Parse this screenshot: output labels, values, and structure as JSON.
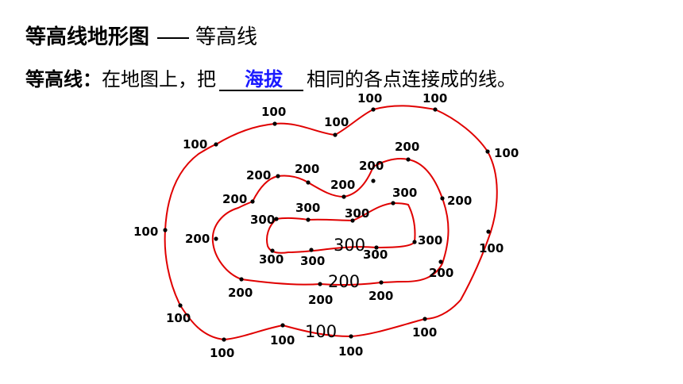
{
  "title": {
    "main": "等高线地形图",
    "sub": "等高线"
  },
  "definition": {
    "term": "等高线：",
    "before": "在地图上，把",
    "answer": "海拔",
    "after": "相同的各点连接成的线。"
  },
  "colors": {
    "contour": "#e00000",
    "answer": "#1a1aff"
  },
  "contour_labels": {
    "outer": "100",
    "middle": "200",
    "inner": "300"
  },
  "point_labels": {
    "p100": [
      "100",
      "100",
      "100",
      "100",
      "100",
      "100",
      "100",
      "100",
      "100",
      "100",
      "100",
      "100",
      "100"
    ],
    "p200": [
      "200",
      "200",
      "200",
      "200",
      "200",
      "200",
      "200",
      "200",
      "200",
      "200",
      "200",
      "200"
    ],
    "p300": [
      "300",
      "300",
      "300",
      "300",
      "300",
      "300",
      "300",
      "300"
    ]
  }
}
